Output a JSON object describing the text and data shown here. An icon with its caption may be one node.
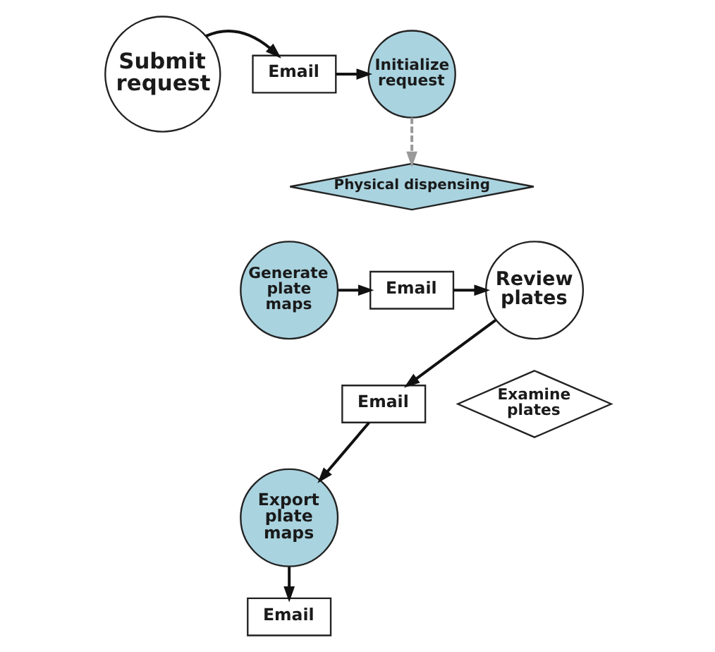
{
  "diagram": {
    "nodes": [
      {
        "text": [
          "Email"
        ]
      },
      {
        "text": [
          "Submit request"
        ]
      },
      {
        "text": [
          "Initialize request"
        ]
      },
      {
        "text": [
          "Physical dispensing"
        ]
      },
      {
        "text": [
          "Email"
        ]
      },
      {
        "text": [
          "Generate plate maps"
        ]
      },
      {
        "text": [
          "Review plates"
        ]
      },
      {
        "text": [
          "Email"
        ]
      },
      {
        "text": [
          "Examine plates"
        ]
      },
      {
        "text": [
          "Export plate maps"
        ]
      },
      {
        "text": [
          "Email"
        ]
      }
    ],
    "edges": [
      {
        "from": 1,
        "to": 0,
        "arrow": "to"
      },
      {
        "from": 0,
        "to": 2,
        "arrow": "to"
      },
      {
        "from": 2,
        "to": 3,
        "arrow": "to",
        "style": "dashed",
        "color": "#999999"
      },
      {
        "from": 5,
        "to": 4,
        "arrow": "to"
      },
      {
        "from": 4,
        "to": 6,
        "arrow": "to"
      },
      {
        "from": 6,
        "to": 7,
        "arrow": "to"
      },
      {
        "from": 7,
        "to": 9,
        "arrow": "to"
      },
      {
        "from": 9,
        "to": 10,
        "arrow": "to"
      }
    ]
  }
}
